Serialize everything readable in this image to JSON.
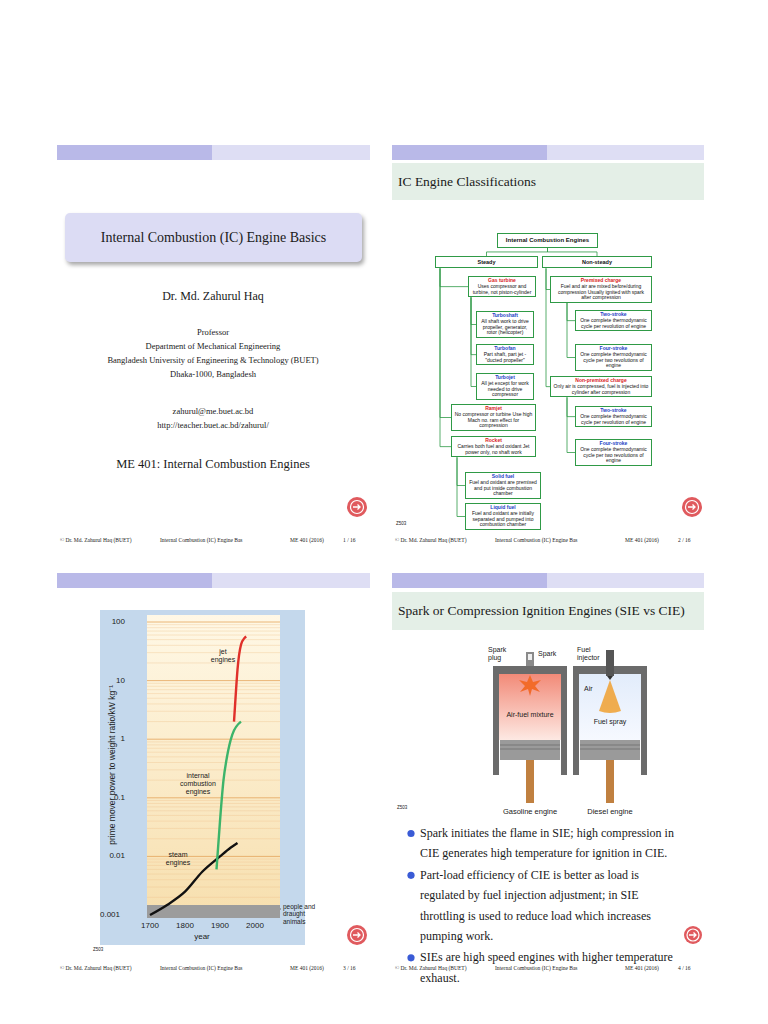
{
  "diagram": {
    "nodes": [
      {
        "text": [
          "Internal Combustion (IC) Engine Basics"
        ]
      },
      {
        "text": [
          "IC Engine Classifications"
        ]
      },
      {
        "text": [
          "Internal Combustion Engines"
        ]
      },
      {
        "text": [
          "Steady"
        ]
      },
      {
        "text": [
          "Non-steady"
        ]
      },
      {
        "text": [
          "Gas turbine",
          "Uses compressor and turbine, not piston-cylinder"
        ]
      },
      {
        "text": [
          "Turboshaft",
          "All shaft work to drive propeller, generator, rotor (helicopter)"
        ]
      },
      {
        "text": [
          "Turbofan",
          "Part shaft, part jet - \"ducted propeller\""
        ]
      },
      {
        "text": [
          "Turbojet",
          "All jet except for work needed to drive compressor"
        ]
      },
      {
        "text": [
          "Ramjet",
          "No compressor or turbine Use high Mach no. ram effect for compression"
        ]
      },
      {
        "text": [
          "Rocket",
          "Carries both fuel and oxidant Jet power only, no shaft work"
        ]
      },
      {
        "text": [
          "Solid fuel",
          "Fuel and oxidant are premixed and put inside combustion chamber"
        ]
      },
      {
        "text": [
          "Liquid fuel",
          "Fuel and oxidant are initially separated and pumped into combustion chamber"
        ]
      },
      {
        "text": [
          "Premixed charge",
          "Fuel and air are mixed before/during compression Usually ignited with spark after compression"
        ]
      },
      {
        "text": [
          "Two-stroke",
          "One complete thermodynamic cycle per revolution of engine"
        ]
      },
      {
        "text": [
          "Four-stroke",
          "One complete thermodynamic cycle per two revolutions of engine"
        ]
      },
      {
        "text": [
          "Non-premixed charge",
          "Only air is compressed, fuel is injected into cylinder after compression"
        ]
      },
      {
        "text": [
          "Two-stroke",
          "One complete thermodynamic cycle per revolution of engine"
        ]
      },
      {
        "text": [
          "Four-stroke",
          "One complete thermodynamic cycle per two revolutions of engine"
        ]
      },
      {
        "text": [
          "Spark or Compression Ignition Engines (SIE vs CIE)"
        ]
      }
    ],
    "edges": [
      {
        "from": 2,
        "to": 3,
        "arrow": "none"
      },
      {
        "from": 2,
        "to": 4,
        "arrow": "none"
      },
      {
        "from": 3,
        "to": 5,
        "arrow": "none"
      },
      {
        "from": 3,
        "to": 9,
        "arrow": "none"
      },
      {
        "from": 3,
        "to": 10,
        "arrow": "none"
      },
      {
        "from": 5,
        "to": 6,
        "arrow": "none"
      },
      {
        "from": 5,
        "to": 7,
        "arrow": "none"
      },
      {
        "from": 5,
        "to": 8,
        "arrow": "none"
      },
      {
        "from": 10,
        "to": 11,
        "arrow": "none"
      },
      {
        "from": 10,
        "to": 12,
        "arrow": "none"
      },
      {
        "from": 4,
        "to": 13,
        "arrow": "none"
      },
      {
        "from": 4,
        "to": 16,
        "arrow": "none"
      },
      {
        "from": 13,
        "to": 14,
        "arrow": "none"
      },
      {
        "from": 13,
        "to": 15,
        "arrow": "none"
      },
      {
        "from": 16,
        "to": 17,
        "arrow": "none"
      },
      {
        "from": 16,
        "to": 18,
        "arrow": "none"
      }
    ],
    "labels": [
      "Dr. Md. Zahurul Haq",
      "Professor",
      "Department of Mechanical Engineering",
      "Bangladesh University of Engineering & Technology (BUET)",
      "Dhaka-1000, Bangladesh",
      "zahurul@me.buet.ac.bd",
      "http://teacher.buet.ac.bd/zahurul/",
      "ME 401: Internal Combustion Engines",
      "© Dr. Md. Zahurul Haq (BUET)",
      "Internal Combustion (IC) Engine Bas",
      "ME 401 (2016)",
      "1 / 16",
      "Z503",
      "© Dr. Md. Zahurul Haq (BUET)",
      "Internal Combustion (IC) Engine Bas",
      "ME 401 (2016)",
      "2 / 16",
      "100",
      "10",
      "1",
      "0.1",
      "0.01",
      "0.001",
      "1700",
      "1800",
      "1900",
      "2000",
      "year",
      "prime mover power to weight ratio/kW kg⁻¹",
      "jet engines",
      "internal combustion engines",
      "steam engines",
      "people and draught animals",
      "Z503",
      "© Dr. Md. Zahurul Haq (BUET)",
      "Internal Combustion (IC) Engine Bas",
      "ME 401 (2016)",
      "3 / 16",
      "Spark plug",
      "Spark",
      "Air-fuel mixture",
      "Fuel injector",
      "Air",
      "Fuel spray",
      "Gasoline engine",
      "Diesel engine",
      "Z503",
      "Spark initiates the flame in SIE; high compression in CIE generates high temperature for ignition in CIE.",
      "Part-load efficiency of CIE is better as load is regulated by fuel injection adjustment; in SIE throttling is used to reduce load which increases pumping work.",
      "SIEs are high speed engines with higher temperature exhaust.",
      "© Dr. Md. Zahurul Haq (BUET)",
      "Internal Combustion (IC) Engine Bas",
      "ME 401 (2016)",
      "4 / 16"
    ]
  }
}
